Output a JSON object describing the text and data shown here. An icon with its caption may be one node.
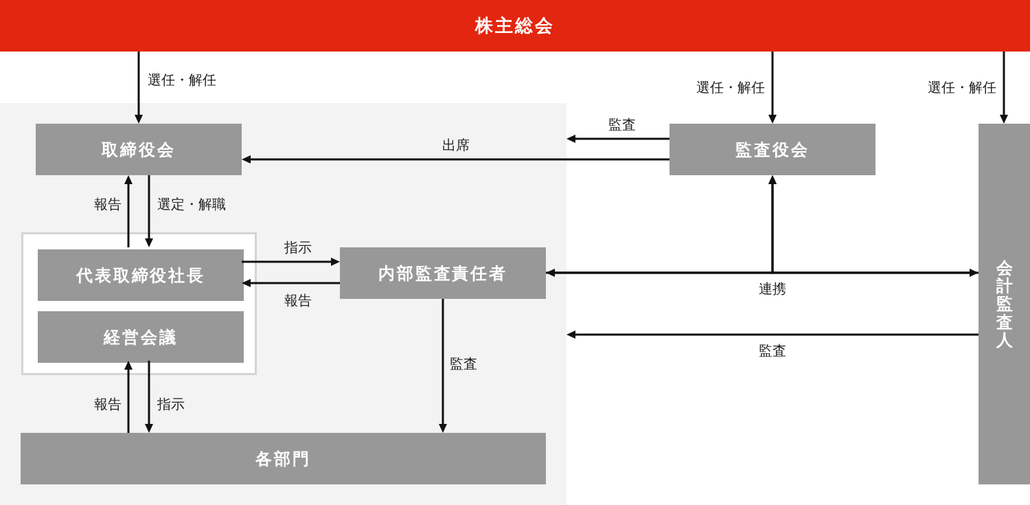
{
  "diagram": {
    "nodes": [
      {
        "text": [
          "株主総会"
        ]
      },
      {
        "text": [],
        "shape": "box"
      },
      {
        "text": [
          "取締役会"
        ],
        "in": 1
      },
      {
        "text": [],
        "shape": "box",
        "in": 1
      },
      {
        "text": [
          "代表取締役社長"
        ],
        "in": 3
      },
      {
        "text": [
          "経営会議"
        ],
        "in": 3
      },
      {
        "text": [
          "内部監査責任者"
        ],
        "in": 1
      },
      {
        "text": [
          "各部門"
        ],
        "in": 1
      },
      {
        "text": [
          "監査役会"
        ]
      },
      {
        "text": [
          "会計監査人"
        ]
      }
    ],
    "edges": [
      {
        "from": 0,
        "to": 2,
        "arrow": "to",
        "label": "選任・解任"
      },
      {
        "from": 0,
        "to": 8,
        "arrow": "to",
        "label": "選任・解任"
      },
      {
        "from": 0,
        "to": 9,
        "arrow": "to",
        "label": "選任・解任"
      },
      {
        "from": 8,
        "to": 1,
        "arrow": "to",
        "label": "監査"
      },
      {
        "from": 8,
        "to": 2,
        "arrow": "to",
        "label": "出席"
      },
      {
        "from": 4,
        "to": 2,
        "arrow": "to",
        "label": "報告"
      },
      {
        "from": 2,
        "to": 4,
        "arrow": "to",
        "label": "選定・解職"
      },
      {
        "from": 4,
        "to": 6,
        "arrow": "to",
        "label": "指示"
      },
      {
        "from": 6,
        "to": 4,
        "arrow": "to",
        "label": "報告"
      },
      {
        "from": 6,
        "to": 9,
        "arrow": "both",
        "label": "連携"
      },
      {
        "from": 6,
        "to": 8,
        "arrow": "to"
      },
      {
        "from": 9,
        "to": 8,
        "arrow": "to"
      },
      {
        "from": 9,
        "to": 1,
        "arrow": "to",
        "label": "監査"
      },
      {
        "from": 6,
        "to": 7,
        "arrow": "to",
        "label": "監査"
      },
      {
        "from": 7,
        "to": 5,
        "arrow": "to",
        "label": "報告"
      },
      {
        "from": 5,
        "to": 7,
        "arrow": "to",
        "label": "指示"
      }
    ]
  }
}
